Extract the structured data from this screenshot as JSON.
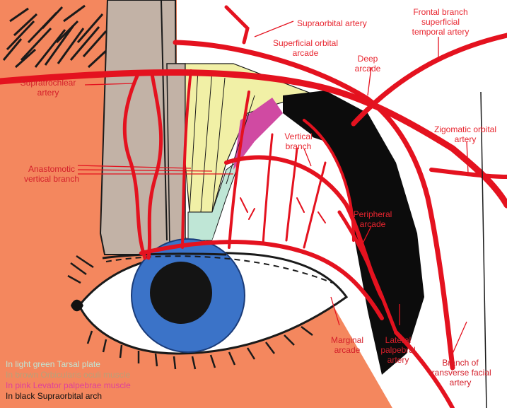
{
  "labels": {
    "supraorbital_artery": "Supraorbital artery",
    "frontal_branch_1": "Frontal branch",
    "frontal_branch_2": "superficial",
    "frontal_branch_3": "temporal artery",
    "superficial_orbital_1": "Superficial orbital",
    "superficial_orbital_2": "arcade",
    "deep_arcade_1": "Deep",
    "deep_arcade_2": "arcade",
    "supratrochlear_1": "Supratrochlear",
    "supratrochlear_2": "artery",
    "zygomatic_1": "Zigomatic orbital",
    "zygomatic_2": "artery",
    "vertical_branch_1": "Vertical",
    "vertical_branch_2": "branch",
    "anastomotic_1": "Anastomotic",
    "anastomotic_2": "vertical branch",
    "peripheral_1": "Peripheral",
    "peripheral_2": "arcade",
    "marginal_1": "Marginal",
    "marginal_2": "arcade",
    "lateral_palpebral_1": "Lateral",
    "lateral_palpebral_2": "palpebral",
    "lateral_palpebral_3": "artery",
    "transverse_1": "Branch of",
    "transverse_2": "transverse facial",
    "transverse_3": "artery"
  },
  "legend": [
    {
      "text": "In light green Tarsal plate",
      "color": "#bfe6d6"
    },
    {
      "text": "In brown Orbicularis oculi muscle",
      "color": "#b9a078"
    },
    {
      "text": "In pink Levator palpebrae muscle",
      "color": "#e0409a"
    },
    {
      "text": "In black Supraorbital arch",
      "color": "#111111"
    }
  ],
  "colors": {
    "skin": "#f4875e",
    "artery": "#e4121f",
    "iris": "#3b73c8",
    "pupil": "#141414",
    "septum_yellow": "#f1f0a6",
    "tarsal_green": "#bfe6d6",
    "orbicularis_brown": "#c2b2a6",
    "levator_pink": "#d04aa2",
    "supraorbital_black": "#0c0c0c",
    "label_red": "#e8252f"
  }
}
